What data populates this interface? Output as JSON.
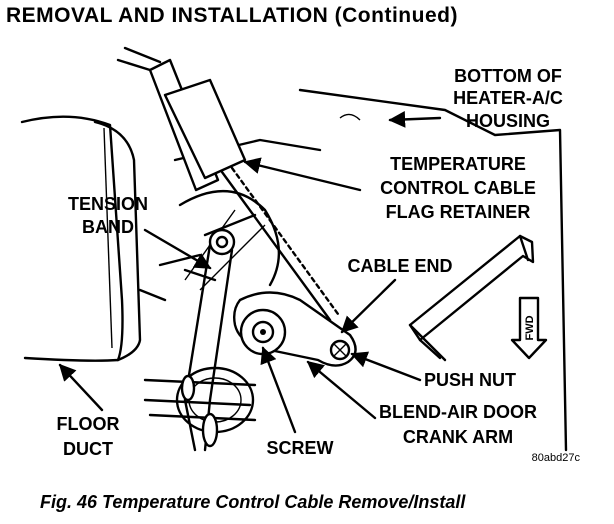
{
  "header": {
    "title": "REMOVAL AND INSTALLATION (Continued)"
  },
  "figure": {
    "labels": {
      "bottom_housing": [
        "BOTTOM OF",
        "HEATER-A/C",
        "HOUSING"
      ],
      "flag_retainer": [
        "TEMPERATURE",
        "CONTROL CABLE",
        "FLAG RETAINER"
      ],
      "tension_band": [
        "TENSION",
        "BAND"
      ],
      "cable_end": "CABLE END",
      "push_nut": "PUSH NUT",
      "crank_arm": [
        "BLEND-AIR DOOR",
        "CRANK ARM"
      ],
      "floor_duct": [
        "FLOOR",
        "DUCT"
      ],
      "screw": "SCREW",
      "fwd": "FWD"
    },
    "code": "80abd27c"
  },
  "caption": "Fig. 46 Temperature Control Cable Remove/Install"
}
